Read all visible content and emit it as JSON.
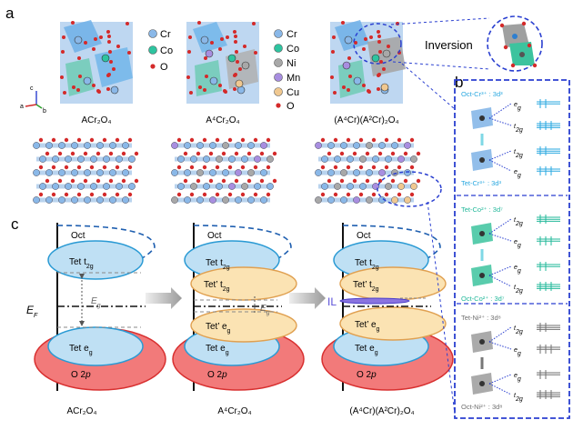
{
  "panel_labels": {
    "a": "a",
    "b": "b",
    "c": "c"
  },
  "panel_a": {
    "legend_1": [
      "Cr",
      "Co",
      "O"
    ],
    "legend_2": [
      "Cr",
      "Co",
      "Ni",
      "Mn",
      "Cu",
      "O"
    ],
    "inversion_label": "Inversion",
    "captions": [
      "ACr₂O₄",
      "A⁴Cr₂O₄",
      "(A⁴Cr)(A²Cr)₂O₄"
    ],
    "axis_labels": {
      "a": "a",
      "b": "b",
      "c": "c"
    },
    "colors": {
      "Cr": "#8ab8e8",
      "Co": "#2ec4a0",
      "Ni": "#a8a8a8",
      "Mn": "#a88ee0",
      "Cu": "#f0c890",
      "O": "#d42a2a"
    }
  },
  "panel_b": {
    "sections": [
      {
        "top": "Oct-Cr³⁺ : 3d³",
        "bottom": "Tet-Cr³⁺ : 3d³",
        "color": "#2aa8e0",
        "labels": [
          "e_g",
          "t_2g",
          "t_2g",
          "e_g"
        ]
      },
      {
        "top": "Tet-Co²⁺ : 3d⁷",
        "bottom": "Oct-Co²⁺ : 3d⁷",
        "color": "#22b89a",
        "labels": [
          "t_2g",
          "e_g",
          "e_g",
          "t_2g"
        ]
      },
      {
        "top": "Tet-Ni²⁺ : 3d⁸",
        "bottom": "Oct-Ni²⁺ : 3d⁸",
        "color": "#707070",
        "labels": [
          "t_2g",
          "e_g",
          "e_g",
          "t_2g"
        ]
      }
    ]
  },
  "panel_c": {
    "ef_label": "E_F",
    "eg_label": "E_g",
    "il_label": "IL",
    "diagrams": [
      {
        "caption": "ACr₂O₄",
        "oct": "Oct",
        "tet_t2g": "Tet t_2g",
        "tet_eg": "Tet e_g",
        "o2p": "O 2p"
      },
      {
        "caption": "A⁴Cr₂O₄",
        "oct": "Oct",
        "tet_t2g": "Tet t_2g",
        "tetp_t2g": "Tet’ t_2g",
        "tetp_eg": "Tet’ e_g",
        "tet_eg": "Tet e_g",
        "o2p": "O 2p"
      },
      {
        "caption": "(A⁴Cr)(A²Cr)₂O₄",
        "oct": "Oct",
        "tet_t2g": "Tet t_2g",
        "tetp_t2g": "Tet’ t_2g",
        "tetp_eg": "Tet’ e_g",
        "tet_eg": "Tet e_g",
        "o2p": "O 2p"
      }
    ]
  }
}
